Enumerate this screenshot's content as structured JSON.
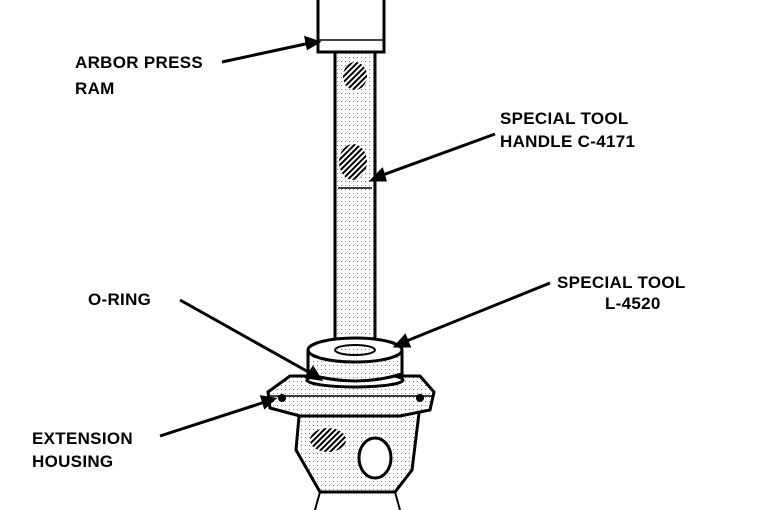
{
  "labels": {
    "arbor_press_ram": [
      "ARBOR PRESS",
      "RAM"
    ],
    "handle": [
      "SPECIAL TOOL",
      "HANDLE C-4171"
    ],
    "tool": [
      "SPECIAL TOOL",
      "L-4520"
    ],
    "o_ring": "O-RING",
    "extension_housing": [
      "EXTENSION",
      "HOUSING"
    ]
  },
  "colors": {
    "ink": "#000000",
    "paper": "#ffffff"
  }
}
